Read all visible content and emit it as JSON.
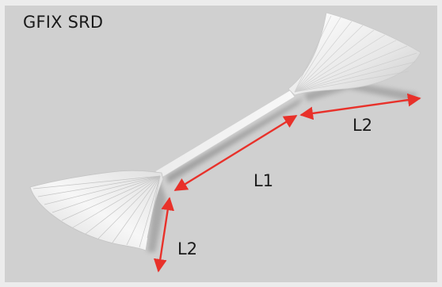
{
  "title": "GFIX SRD",
  "dimensions": {
    "l1": "L1",
    "l2_top": "L2",
    "l2_bottom": "L2"
  },
  "colors": {
    "background": "#d0d0d0",
    "frame": "#ececec",
    "arrow": "#e8312a",
    "fiber": "#f4f4f4"
  }
}
